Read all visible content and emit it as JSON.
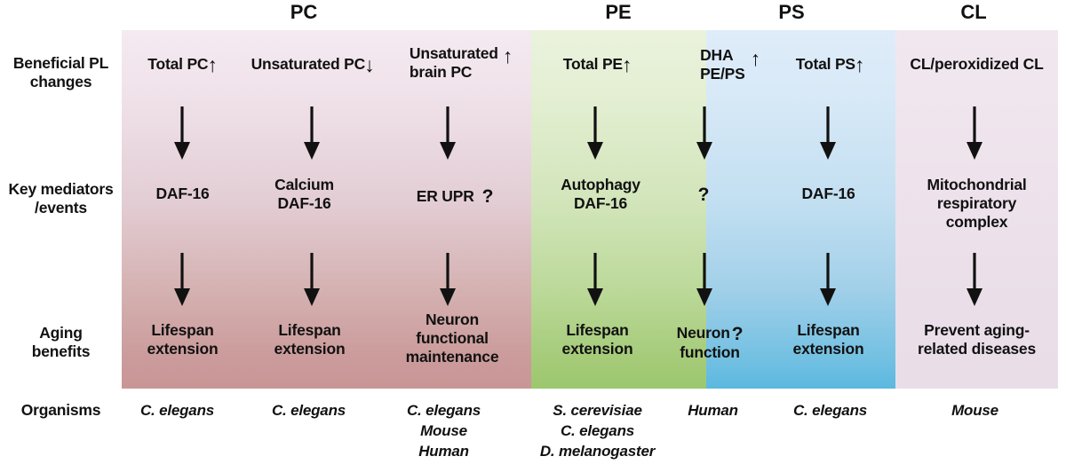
{
  "figure": {
    "title_columns": [
      {
        "id": "pc",
        "label": "PC"
      },
      {
        "id": "pe",
        "label": "PE"
      },
      {
        "id": "ps",
        "label": "PS"
      },
      {
        "id": "cl",
        "label": "CL"
      }
    ],
    "row_labels": {
      "row1": "Beneficial PL changes",
      "row1_line1": "Beneficial PL",
      "row1_line2": "changes",
      "row2_line1": "Key mediators",
      "row2_line2": "/events",
      "row3_line1": "Aging",
      "row3_line2": "benefits",
      "row4": "Organisms"
    },
    "arrow_down_glyph": "↓",
    "arrow_up_glyph": "↑",
    "question_glyph": "?",
    "colors": {
      "pc_band_top": "#f4eaf1",
      "pc_band_bottom": "#c99696",
      "pe_band_top": "#eaf2dd",
      "pe_band_bottom": "#9cc76e",
      "ps_band_top": "#dfecf9",
      "ps_band_bottom": "#5bb8e0",
      "cl_band": "#eadfe9",
      "text": "#111111",
      "background": "#ffffff"
    },
    "columns": [
      {
        "id": "col1",
        "group": "PC",
        "beneficial_change_text": "Total PC",
        "beneficial_change_direction": "↑",
        "mediators": [
          "DAF-16"
        ],
        "mediators_question": false,
        "benefits": [
          "Lifespan",
          "extension"
        ],
        "benefits_question": false,
        "organisms": [
          "C. elegans"
        ]
      },
      {
        "id": "col2",
        "group": "PC",
        "beneficial_change_text": "Unsaturated PC",
        "beneficial_change_direction": "↓",
        "mediators": [
          "Calcium",
          "DAF-16"
        ],
        "mediators_question": false,
        "benefits": [
          "Lifespan",
          "extension"
        ],
        "benefits_question": false,
        "organisms": [
          "C. elegans"
        ]
      },
      {
        "id": "col3",
        "group": "PC",
        "beneficial_change_text": "Unsaturated brain PC",
        "beneficial_change_line1": "Unsaturated",
        "beneficial_change_line2": "brain PC",
        "beneficial_change_direction": "↑",
        "mediators": [
          "ER UPR"
        ],
        "mediators_question": true,
        "benefits": [
          "Neuron",
          "functional",
          "maintenance"
        ],
        "benefits_question": false,
        "organisms": [
          "C. elegans",
          "Mouse",
          "Human"
        ]
      },
      {
        "id": "col4",
        "group": "PE",
        "beneficial_change_text": "Total PE",
        "beneficial_change_direction": "↑",
        "mediators": [
          "Autophagy",
          "DAF-16"
        ],
        "mediators_question": false,
        "benefits": [
          "Lifespan",
          "extension"
        ],
        "benefits_question": false,
        "organisms": [
          "S. cerevisiae",
          "C. elegans",
          "D. melanogaster"
        ]
      },
      {
        "id": "col5",
        "group": "PE-PS",
        "beneficial_change_text": "DHA PE/PS",
        "beneficial_change_line1": "DHA",
        "beneficial_change_line2": "PE/PS",
        "beneficial_change_direction": "↑",
        "mediators": [],
        "mediators_question": true,
        "benefits": [
          "Neuron",
          "function"
        ],
        "benefits_question": true,
        "organisms": [
          "Human"
        ]
      },
      {
        "id": "col6",
        "group": "PS",
        "beneficial_change_text": "Total PS",
        "beneficial_change_direction": "↑",
        "mediators": [
          "DAF-16"
        ],
        "mediators_question": false,
        "benefits": [
          "Lifespan",
          "extension"
        ],
        "benefits_question": false,
        "organisms": [
          "C. elegans"
        ]
      },
      {
        "id": "col7",
        "group": "CL",
        "beneficial_change_text": "CL/peroxidized CL",
        "beneficial_change_direction": "",
        "mediators": [
          "Mitochondrial",
          "respiratory",
          "complex"
        ],
        "mediators_question": false,
        "benefits": [
          "Prevent aging-",
          "related diseases"
        ],
        "benefits_question": false,
        "organisms": [
          "Mouse"
        ]
      }
    ]
  }
}
